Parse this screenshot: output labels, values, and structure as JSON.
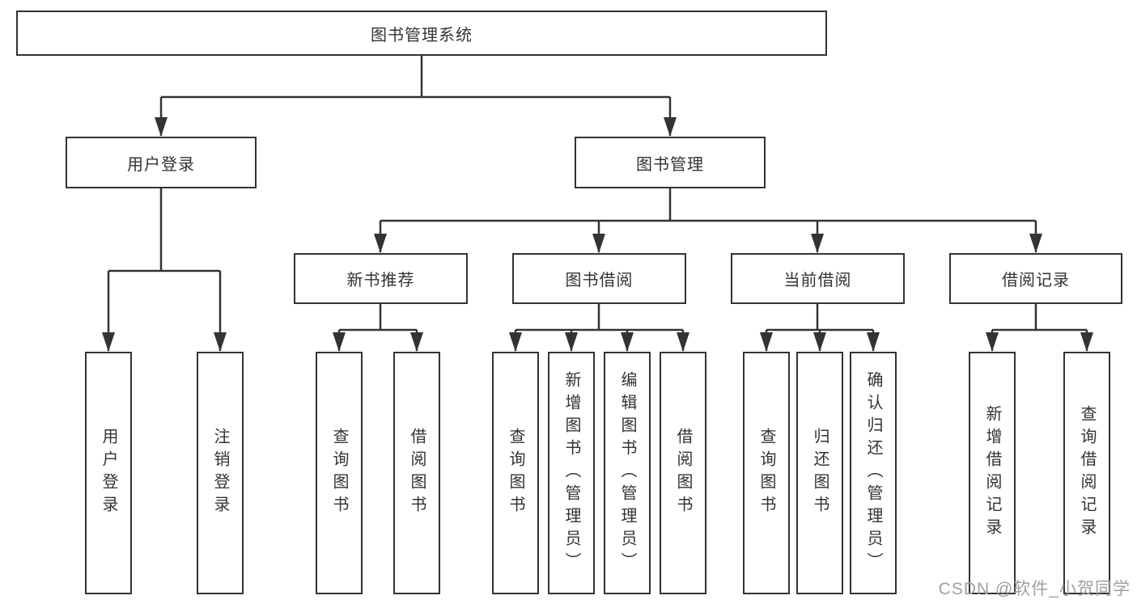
{
  "diagram": {
    "title": "图书管理系统",
    "level2": [
      {
        "label": "用户登录"
      },
      {
        "label": "图书管理"
      }
    ],
    "level3": [
      {
        "label": "新书推荐"
      },
      {
        "label": "图书借阅"
      },
      {
        "label": "当前借阅"
      },
      {
        "label": "借阅记录"
      }
    ],
    "leaves": [
      {
        "label": "用户登录"
      },
      {
        "label": "注销登录"
      },
      {
        "label": "查询图书"
      },
      {
        "label": "借阅图书"
      },
      {
        "label": "查询图书"
      },
      {
        "label": "新增图书（管理员）"
      },
      {
        "label": "编辑图书（管理员）"
      },
      {
        "label": "借阅图书"
      },
      {
        "label": "查询图书"
      },
      {
        "label": "归还图书"
      },
      {
        "label": "确认归还（管理员）"
      },
      {
        "label": "新增借阅记录"
      },
      {
        "label": "查询借阅记录"
      }
    ]
  },
  "watermark": {
    "text": "CSDN @软件_小贺同学"
  },
  "colors": {
    "line": "#333333",
    "box_border": "#333333",
    "text": "#333333",
    "watermark": "#a0a0a0",
    "background": "#ffffff"
  }
}
